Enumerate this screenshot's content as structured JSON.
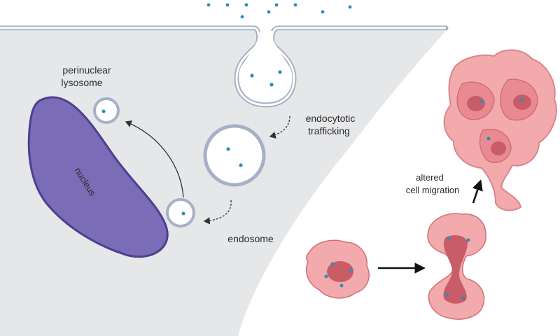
{
  "labels": {
    "perinuclear_line1": "perinuclear",
    "perinuclear_line2": "lysosome",
    "nucleus": "nucleus",
    "endocytotic_line1": "endocytotic",
    "endocytotic_line2": "trafficking",
    "endosome": "endosome",
    "altered_line1": "altered",
    "altered_line2": "cell migration"
  },
  "colors": {
    "cytoplasm": "#e6e7e9",
    "membrane": "#a7b0c6",
    "nucleus": "#7a6cb6",
    "nucleus_edge": "#4e3f8f",
    "particle": "#2a8fb6",
    "cell_fill": "#f0a3a6",
    "cell_edge": "#cf6f76",
    "cell_nucleus": "#d56c74",
    "arrow": "#111111"
  }
}
